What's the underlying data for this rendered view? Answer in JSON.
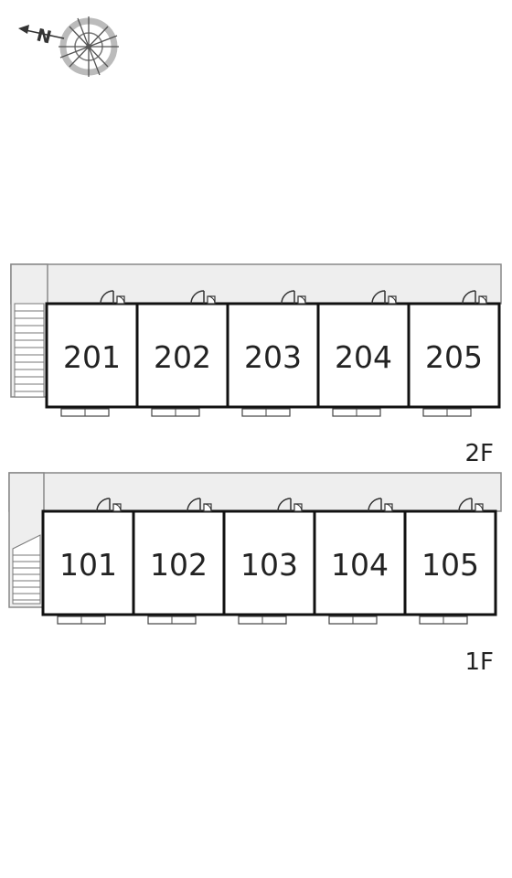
{
  "colors": {
    "wall": "#111111",
    "corridor_fill": "#eeeeee",
    "corridor_stroke": "#888888",
    "stair_stroke": "#777777",
    "compass": "#555555"
  },
  "compass": {
    "north_label": "N",
    "icon": "compass-rose-icon"
  },
  "floors": [
    {
      "label": "2F",
      "units": [
        "201",
        "202",
        "203",
        "204",
        "205"
      ]
    },
    {
      "label": "1F",
      "units": [
        "101",
        "102",
        "103",
        "104",
        "105"
      ]
    }
  ]
}
